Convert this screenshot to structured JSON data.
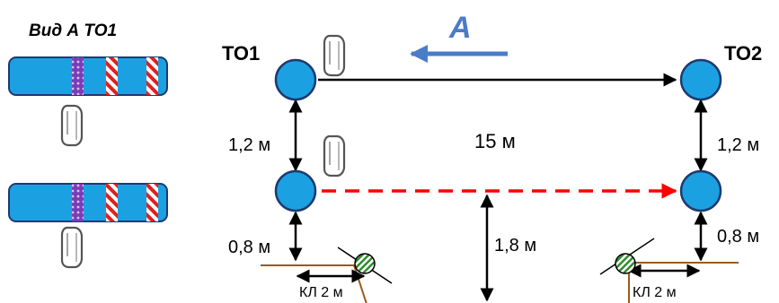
{
  "view_label": "Вид А ТО1",
  "direction_label": "А",
  "to1_label": "ТО1",
  "to2_label": "ТО2",
  "span_label": "15 м",
  "left_vertical_label": "1,2 м",
  "right_vertical_label": "1,2 м",
  "left_bottom_label": "0,8 м",
  "right_bottom_label": "0,8 м",
  "middle_label": "1,8 м",
  "left_kl_label": "КЛ 2 м",
  "right_kl_label": "КЛ 2 м",
  "colors": {
    "node_fill": "#1ba1e2",
    "node_stroke": "#1f3a6e",
    "arrow_blue": "#4a7cc7",
    "label_blue": "#4a7cc7",
    "rope_red": "#ff0000",
    "ground": "#9c5a1c",
    "stripe_purple": "#7a3db8",
    "stripe_red": "#e0201c",
    "green_marker": "#2e8b2e"
  }
}
